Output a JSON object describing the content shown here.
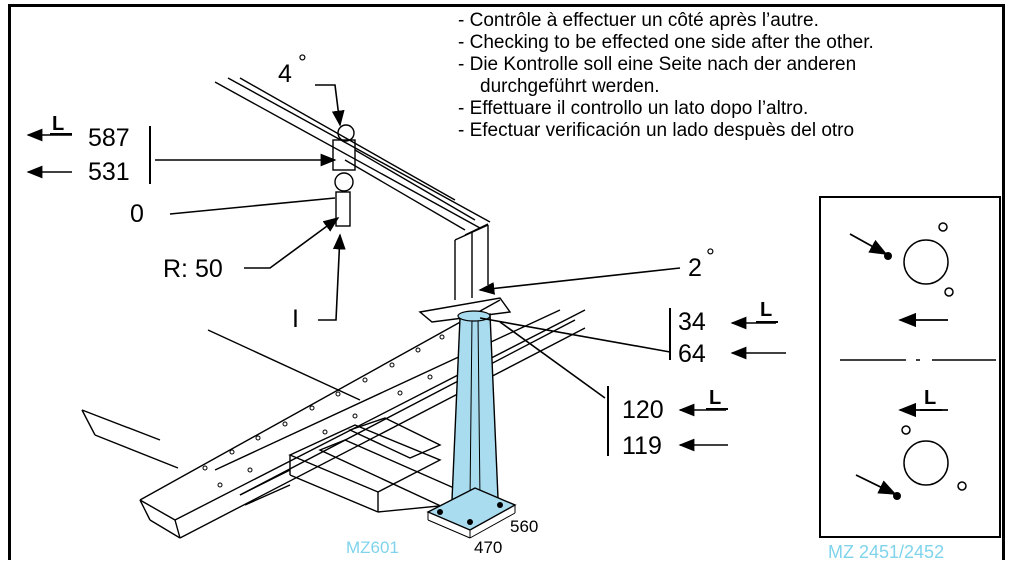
{
  "notes": [
    "- Contrôle à effectuer un côté après l’autre.",
    "- Checking to be effected one side after the other.",
    "- Die Kontrolle soll eine Seite nach der anderen",
    "  durchgeführt werden.",
    "- Effettuare il controllo un lato dopo l’altro.",
    "- Efectuar verificación un lado despuès del otro"
  ],
  "labels": {
    "l_mark": "L",
    "top_angle": "4",
    "degree_symbol": "°",
    "v587": "587",
    "v531": "531",
    "zero": "0",
    "radius": "R: 50",
    "roman_one": "I",
    "right_angle": "2",
    "v34": "34",
    "v64": "64",
    "v120": "120",
    "v119": "119",
    "base_w": "470",
    "base_d": "560"
  },
  "tags": {
    "left_model": "MZ601",
    "right_model": "MZ 2451/2452"
  },
  "colors": {
    "column_fill": "#aadcf0",
    "model_tag": "#7fd4ec",
    "ink": "#000000"
  }
}
